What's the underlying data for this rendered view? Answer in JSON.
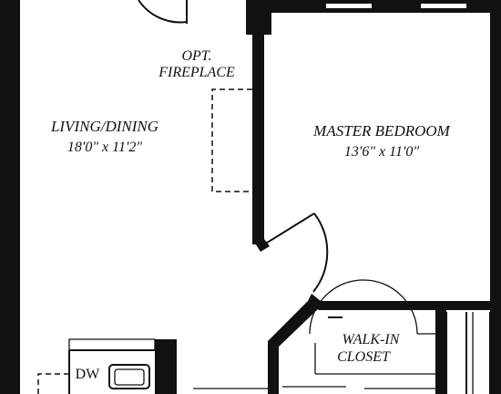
{
  "rooms": {
    "living": {
      "name": "LIVING/DINING",
      "dims": "18'0\" x 11'2\""
    },
    "master": {
      "name": "MASTER BEDROOM",
      "dims": "13'6\" x 11'0\""
    },
    "fireplace": {
      "line1": "OPT.",
      "line2": "FIREPLACE"
    },
    "closet": {
      "line1": "WALK-IN",
      "line2": "CLOSET"
    },
    "dishwasher": {
      "label": "DW"
    }
  },
  "colors": {
    "ink": "#111111",
    "paper": "#ffffff"
  }
}
